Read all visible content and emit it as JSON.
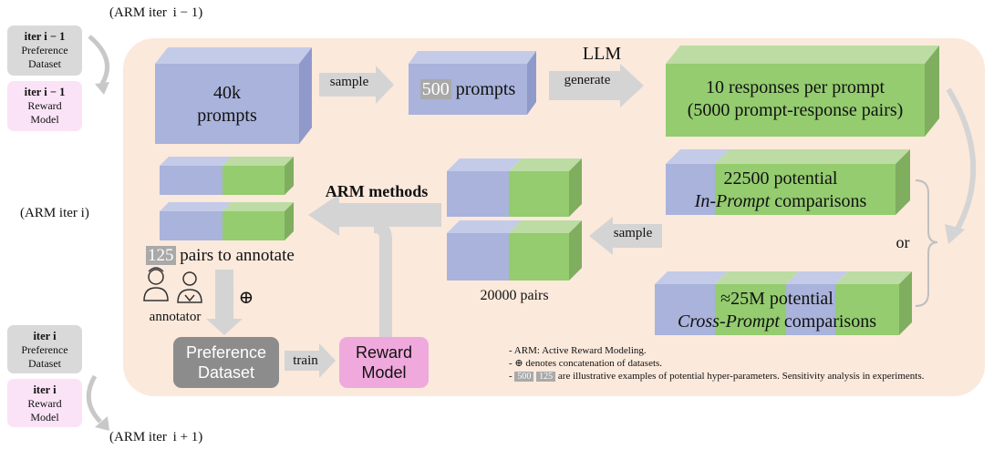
{
  "left_column": {
    "iter_prev_label": "(ARM iter  i − 1)",
    "iter_cur_label": "(ARM iter i)",
    "iter_next_label": "(ARM iter  i + 1)",
    "prev_dataset": {
      "header": "iter i − 1",
      "line1": "Preference",
      "line2": "Dataset"
    },
    "prev_model": {
      "header": "iter i − 1",
      "line1": "Reward",
      "line2": "Model"
    },
    "cur_dataset": {
      "header": "iter i",
      "line1": "Preference",
      "line2": "Dataset"
    },
    "cur_model": {
      "header": "iter i",
      "line1": "Reward",
      "line2": "Model"
    }
  },
  "top_row": {
    "prompts_40k_line1": "40k",
    "prompts_40k_line2": "prompts",
    "sample_label": "sample",
    "prompts_500_number": "500",
    "prompts_500_text": " prompts",
    "llm_label": "LLM",
    "generate_label": "generate",
    "responses_line1": "10 responses per prompt",
    "responses_line2": "(5000 prompt-response pairs)"
  },
  "right_column": {
    "inprompt_line1": "22500 potential",
    "inprompt_italic": "In-Prompt",
    "inprompt_rest": " comparisons",
    "or_label": "or",
    "crossprompt_line1": "≈25M potential",
    "crossprompt_italic": "Cross-Prompt",
    "crossprompt_rest": " comparisons"
  },
  "middle": {
    "sample_label": "sample",
    "pairs_label": "20000 pairs",
    "arm_methods_label": "ARM methods",
    "annotate_number": "125",
    "annotate_text": " pairs to annotate",
    "annotator_label": "annotator",
    "concat_symbol": "⊕",
    "pref_dataset_line1": "Preference",
    "pref_dataset_line2": "Dataset",
    "train_label": "train",
    "reward_model_line1": "Reward",
    "reward_model_line2": "Model"
  },
  "legend": {
    "item1": "-  ARM: Active Reward Modeling.",
    "item2": "-  ⊕ denotes concatenation of datasets.",
    "item3_prefix": "-  ",
    "item3_num1": "500",
    "item3_num2": "125",
    "item3_text": " are illustrative examples of potential hyper-parameters. Sensitivity analysis in experiments."
  },
  "colors": {
    "blue_face": "#a9b3db",
    "blue_top": "#c4cbe8",
    "blue_side": "#8f9acb",
    "green_face": "#94cc6f",
    "green_top": "#bcdca4",
    "green_side": "#7fae5f",
    "panel_bg": "#fbe9dc",
    "arrow": "#d4d4d4",
    "dataset_box": "#8c8c8c",
    "reward_box": "#f0a9dc"
  }
}
